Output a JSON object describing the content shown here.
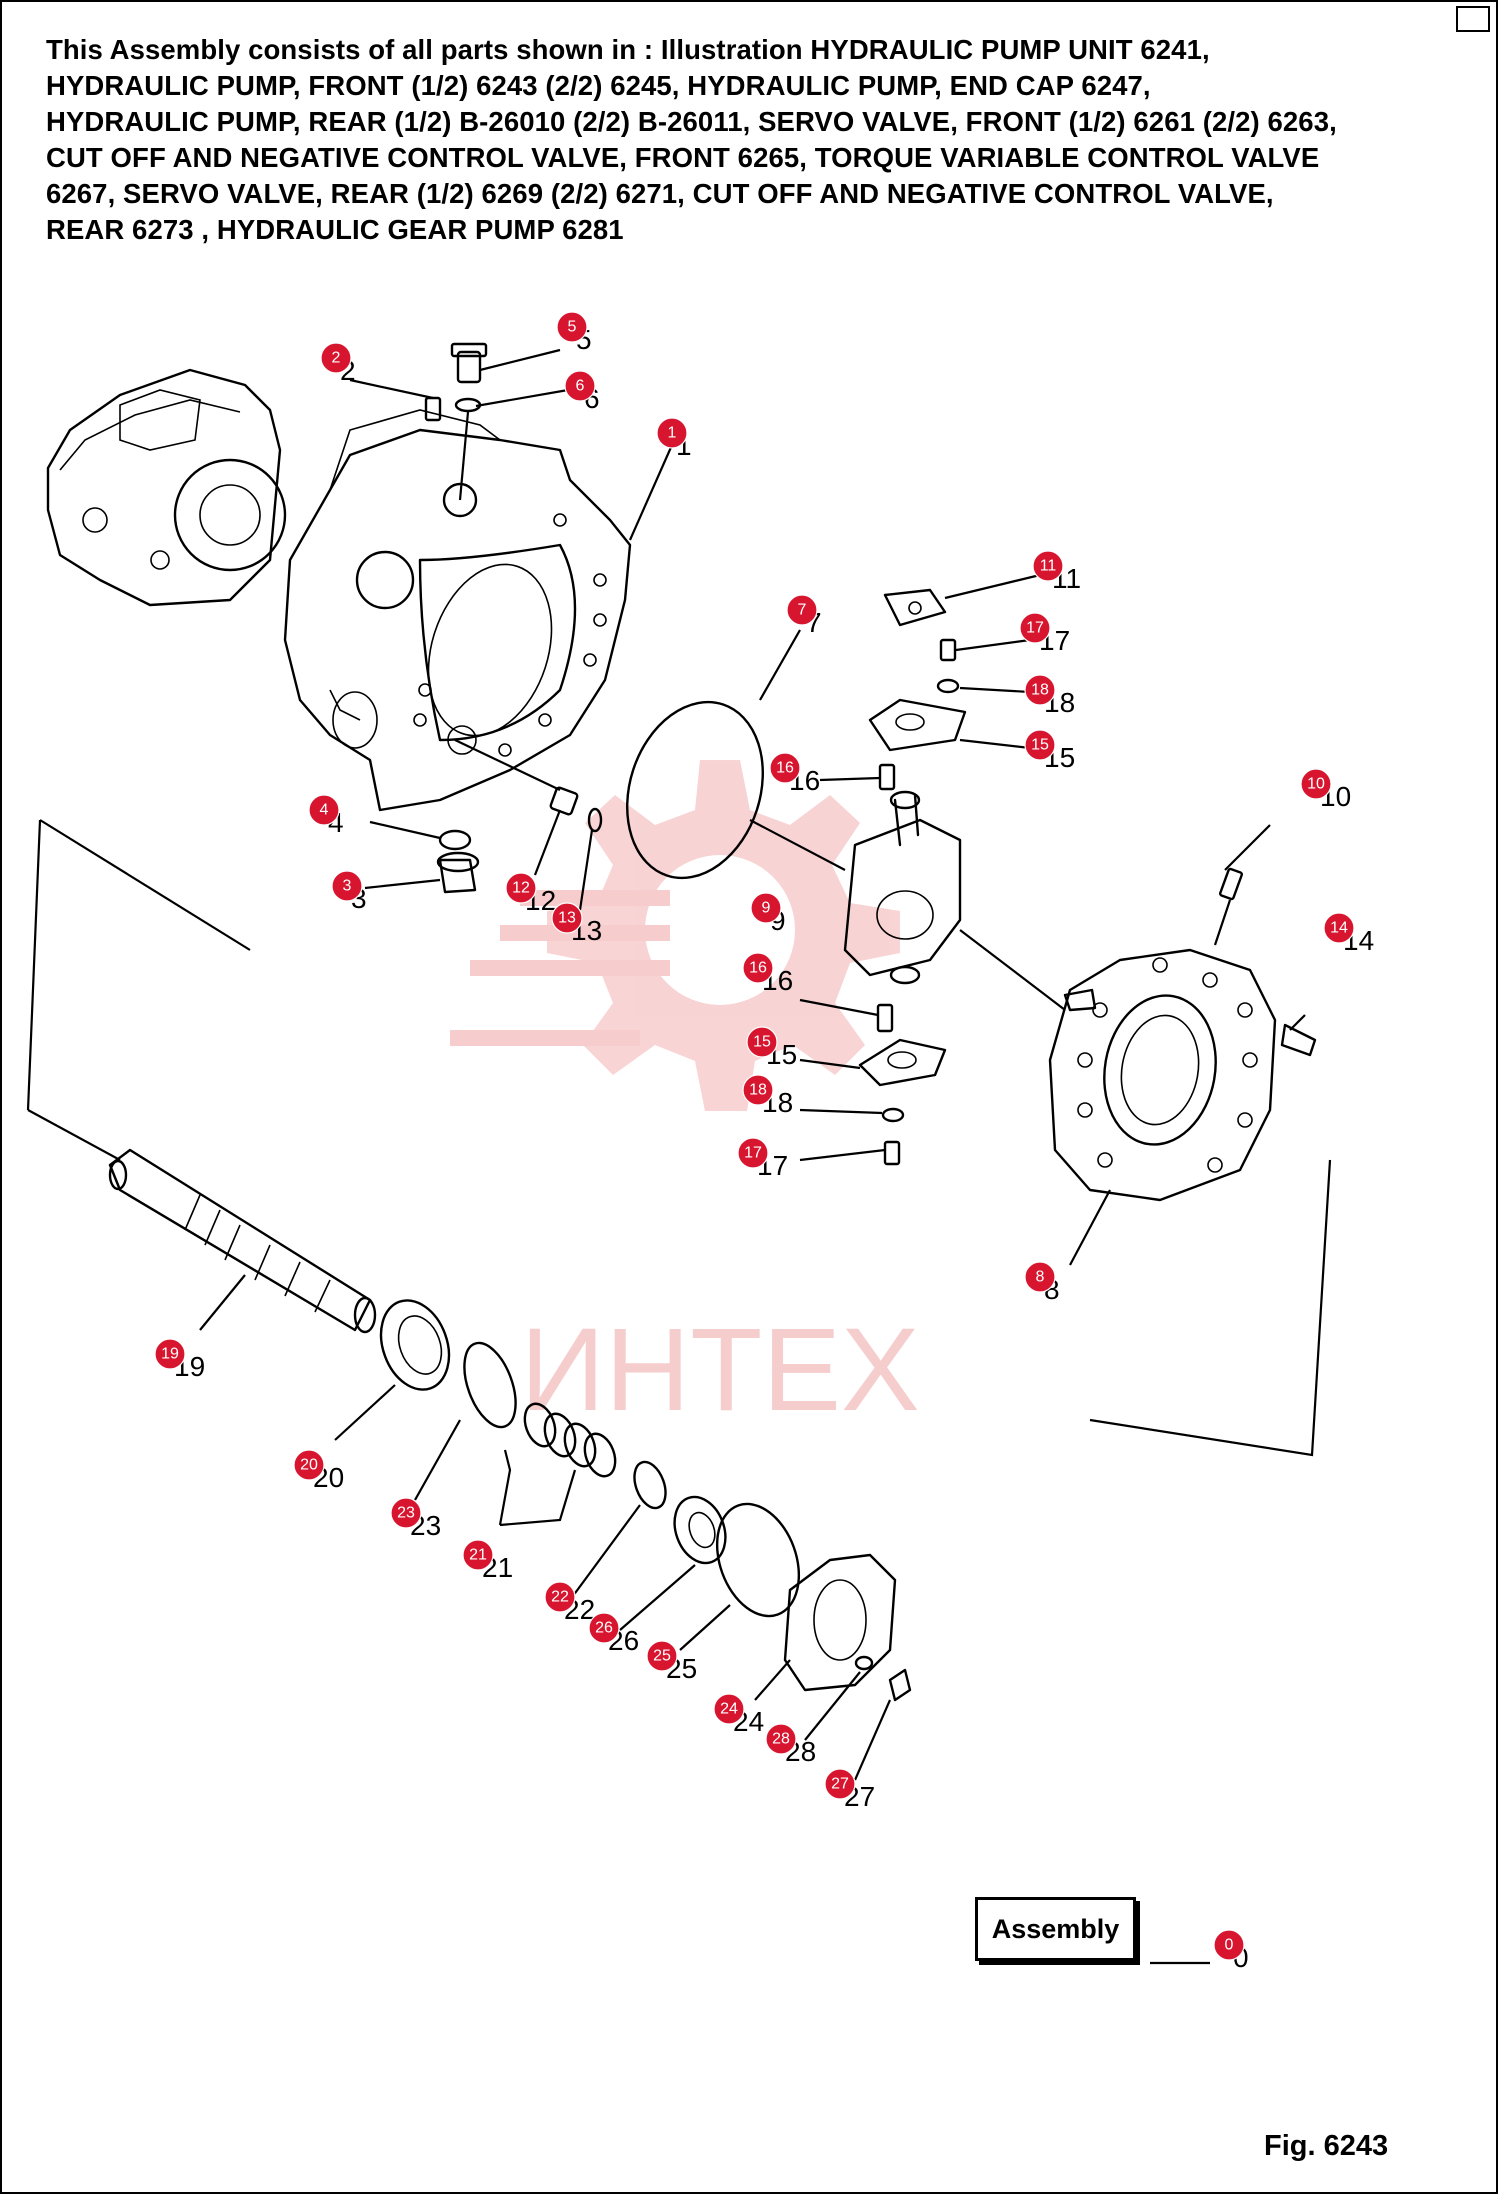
{
  "header": {
    "lines": [
      "This Assembly consists of all parts shown in : Illustration HYDRAULIC PUMP UNIT 6241,",
      "HYDRAULIC PUMP, FRONT (1/2) 6243  (2/2) 6245, HYDRAULIC PUMP, END CAP 6247,",
      "HYDRAULIC PUMP, REAR (1/2) B-26010 (2/2) B-26011, SERVO VALVE, FRONT (1/2) 6261 (2/2) 6263,",
      "CUT OFF AND NEGATIVE CONTROL VALVE, FRONT 6265, TORQUE VARIABLE CONTROL VALVE",
      "6267, SERVO VALVE, REAR (1/2) 6269 (2/2) 6271, CUT OFF AND  NEGATIVE CONTROL VALVE,",
      "REAR 6273 , HYDRAULIC GEAR PUMP 6281"
    ]
  },
  "watermark": {
    "text": "ИНТЕХ",
    "color": "#f2b8b8"
  },
  "badge_color": "#d7152f",
  "callouts": [
    {
      "n": "5"
    },
    {
      "n": "2"
    },
    {
      "n": "6"
    },
    {
      "n": "1"
    },
    {
      "n": "11"
    },
    {
      "n": "7"
    },
    {
      "n": "17"
    },
    {
      "n": "18"
    },
    {
      "n": "15"
    },
    {
      "n": "16"
    },
    {
      "n": "10"
    },
    {
      "n": "4"
    },
    {
      "n": "3"
    },
    {
      "n": "12"
    },
    {
      "n": "13"
    },
    {
      "n": "9"
    },
    {
      "n": "14"
    },
    {
      "n": "16"
    },
    {
      "n": "15"
    },
    {
      "n": "18"
    },
    {
      "n": "17"
    },
    {
      "n": "8"
    },
    {
      "n": "19"
    },
    {
      "n": "20"
    },
    {
      "n": "23"
    },
    {
      "n": "21"
    },
    {
      "n": "22"
    },
    {
      "n": "26"
    },
    {
      "n": "25"
    },
    {
      "n": "24"
    },
    {
      "n": "28"
    },
    {
      "n": "27"
    },
    {
      "n": "0"
    }
  ],
  "assembly_label": "Assembly",
  "figure_label": "Fig. 6243"
}
